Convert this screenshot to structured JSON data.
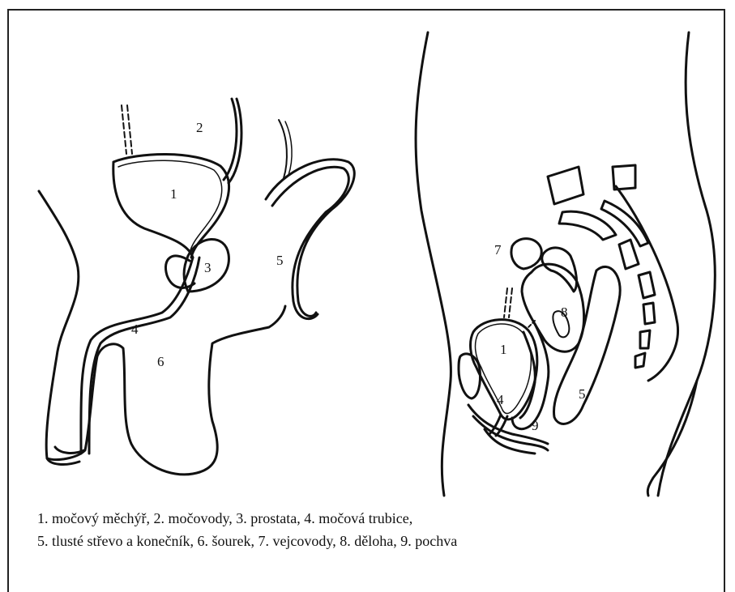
{
  "male": {
    "labels": [
      {
        "id": "bladder",
        "text": "1"
      },
      {
        "id": "ureters",
        "text": "2"
      },
      {
        "id": "prostate",
        "text": "3"
      },
      {
        "id": "urethra",
        "text": "4"
      },
      {
        "id": "colon",
        "text": "5"
      },
      {
        "id": "scrotum",
        "text": "6"
      }
    ]
  },
  "female": {
    "labels": [
      {
        "id": "fallopian-tubes",
        "text": "7"
      },
      {
        "id": "uterus",
        "text": "8"
      },
      {
        "id": "bladder",
        "text": "1"
      },
      {
        "id": "urethra",
        "text": "4"
      },
      {
        "id": "colon",
        "text": "5"
      },
      {
        "id": "vagina",
        "text": "9"
      }
    ]
  },
  "caption": {
    "line1": "1. močový měchýř, 2. močovody, 3. prostata, 4. močová trubice,",
    "line2": "5. tlusté střevo a konečník, 6. šourek, 7. vejcovody, 8. děloha, 9. pochva"
  }
}
